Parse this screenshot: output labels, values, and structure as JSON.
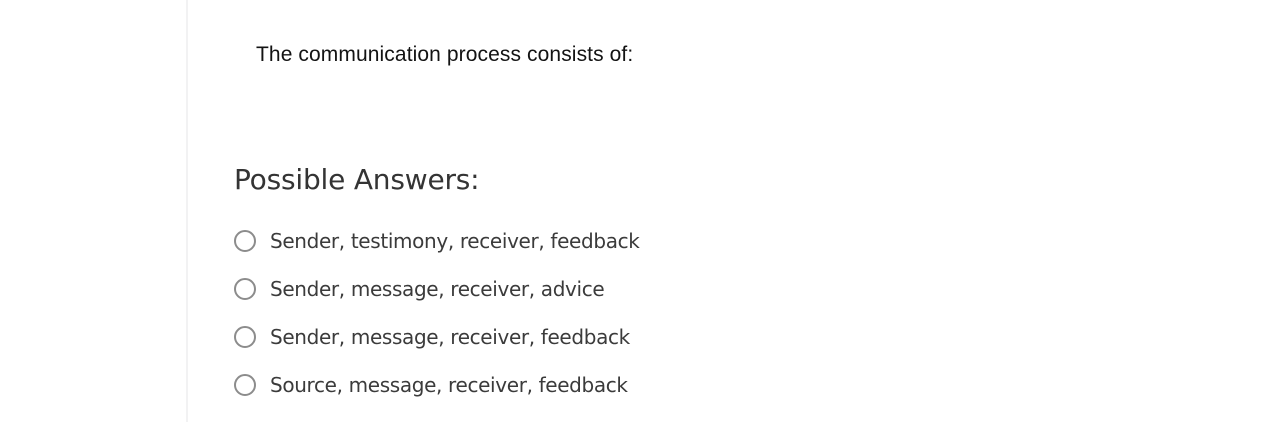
{
  "question": {
    "stem": "The communication process consists of:"
  },
  "answers": {
    "heading": "Possible Answers:",
    "options": [
      {
        "label": "Sender, testimony, receiver, feedback",
        "selected": false
      },
      {
        "label": "Sender, message, receiver, advice",
        "selected": false
      },
      {
        "label": "Sender, message, receiver, feedback",
        "selected": false
      },
      {
        "label": "Source, message, receiver, feedback",
        "selected": false
      }
    ]
  },
  "colors": {
    "page_background": "#ffffff",
    "divider": "#f2f2f3",
    "question_text": "#131313",
    "heading_text": "#343434",
    "answer_text": "#3b3b3b",
    "radio_border": "#8c8c8c"
  }
}
